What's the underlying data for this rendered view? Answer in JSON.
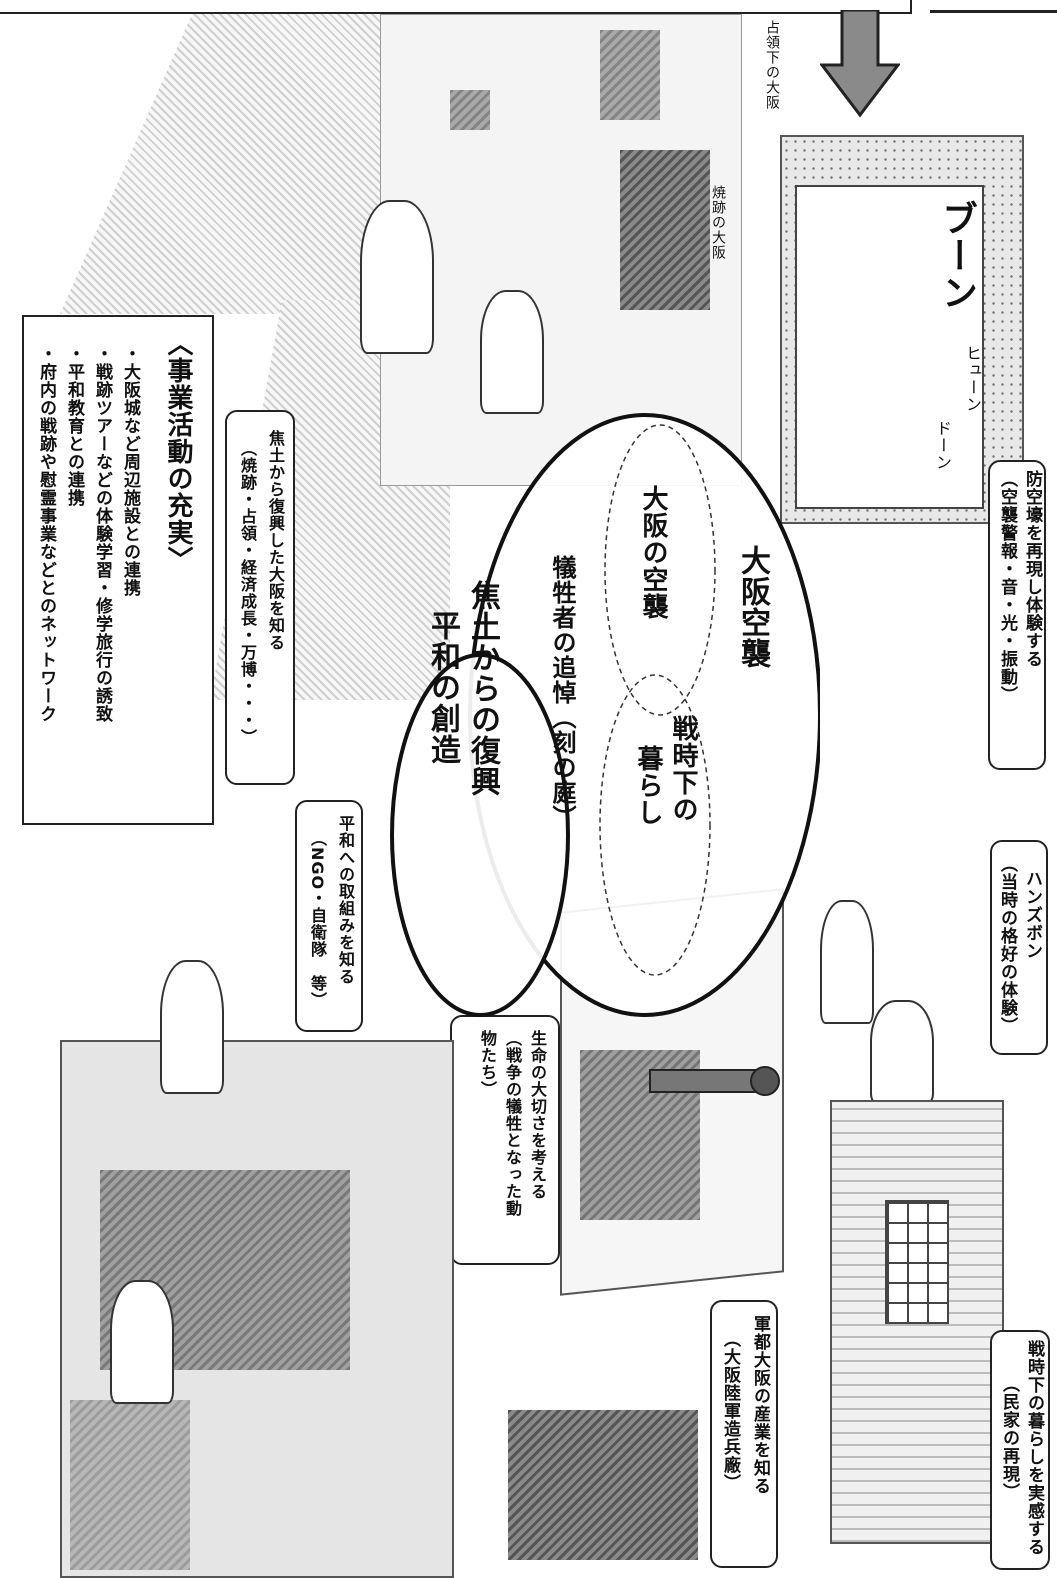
{
  "exhibit": {
    "top_center_labels": [
      "占領下の大阪",
      "焼跡の大阪"
    ],
    "circles": {
      "outer_title": "大阪空襲",
      "left_inner": "大阪の空襲",
      "right_inner_line1": "戦時下の",
      "right_inner_line2": "暮らし",
      "center": "犠牲者の追悼（刻の庭）",
      "lower_line1": "焦土からの復興",
      "lower_line2": "平和の創造"
    },
    "info_box": {
      "title": "〈事業活動の充実〉",
      "items": [
        "・大阪城など周辺施設との連携",
        "・戦跡ツアーなどの体験学習・修学旅行の誘致",
        "・平和教育との連携",
        "・府内の戦跡や慰霊事業などとのネットワーク"
      ]
    },
    "callouts": {
      "shelter_line1": "防空壕を再現し体験する",
      "shelter_line2": "（空襲警報・音・光・振動）",
      "hanzubon_line1": "ハンズボン",
      "hanzubon_line2": "（当時の格好の体験）",
      "house_line1": "戦時下の暮らしを実感する",
      "house_line2": "（民家の再現）",
      "industry_line1": "軍都大阪の産業を知る",
      "industry_line2": "（大阪陸軍造兵廠）",
      "life_line1": "生命の大切さを考える",
      "life_line2": "（戦争の犠牲となった動",
      "life_line3": "物たち）",
      "peace_line1": "平和への取組みを知る",
      "peace_line2": "（NGO・自衛隊　等）",
      "recovery_line1": "焦土から復興した大阪を知る",
      "recovery_line2": "（焼跡・占領・経済成長・万博・・・）"
    },
    "sound_effects": [
      "ブーン",
      "ヒューン",
      "ドーン"
    ],
    "arrow_icon": "down-arrow-icon"
  }
}
